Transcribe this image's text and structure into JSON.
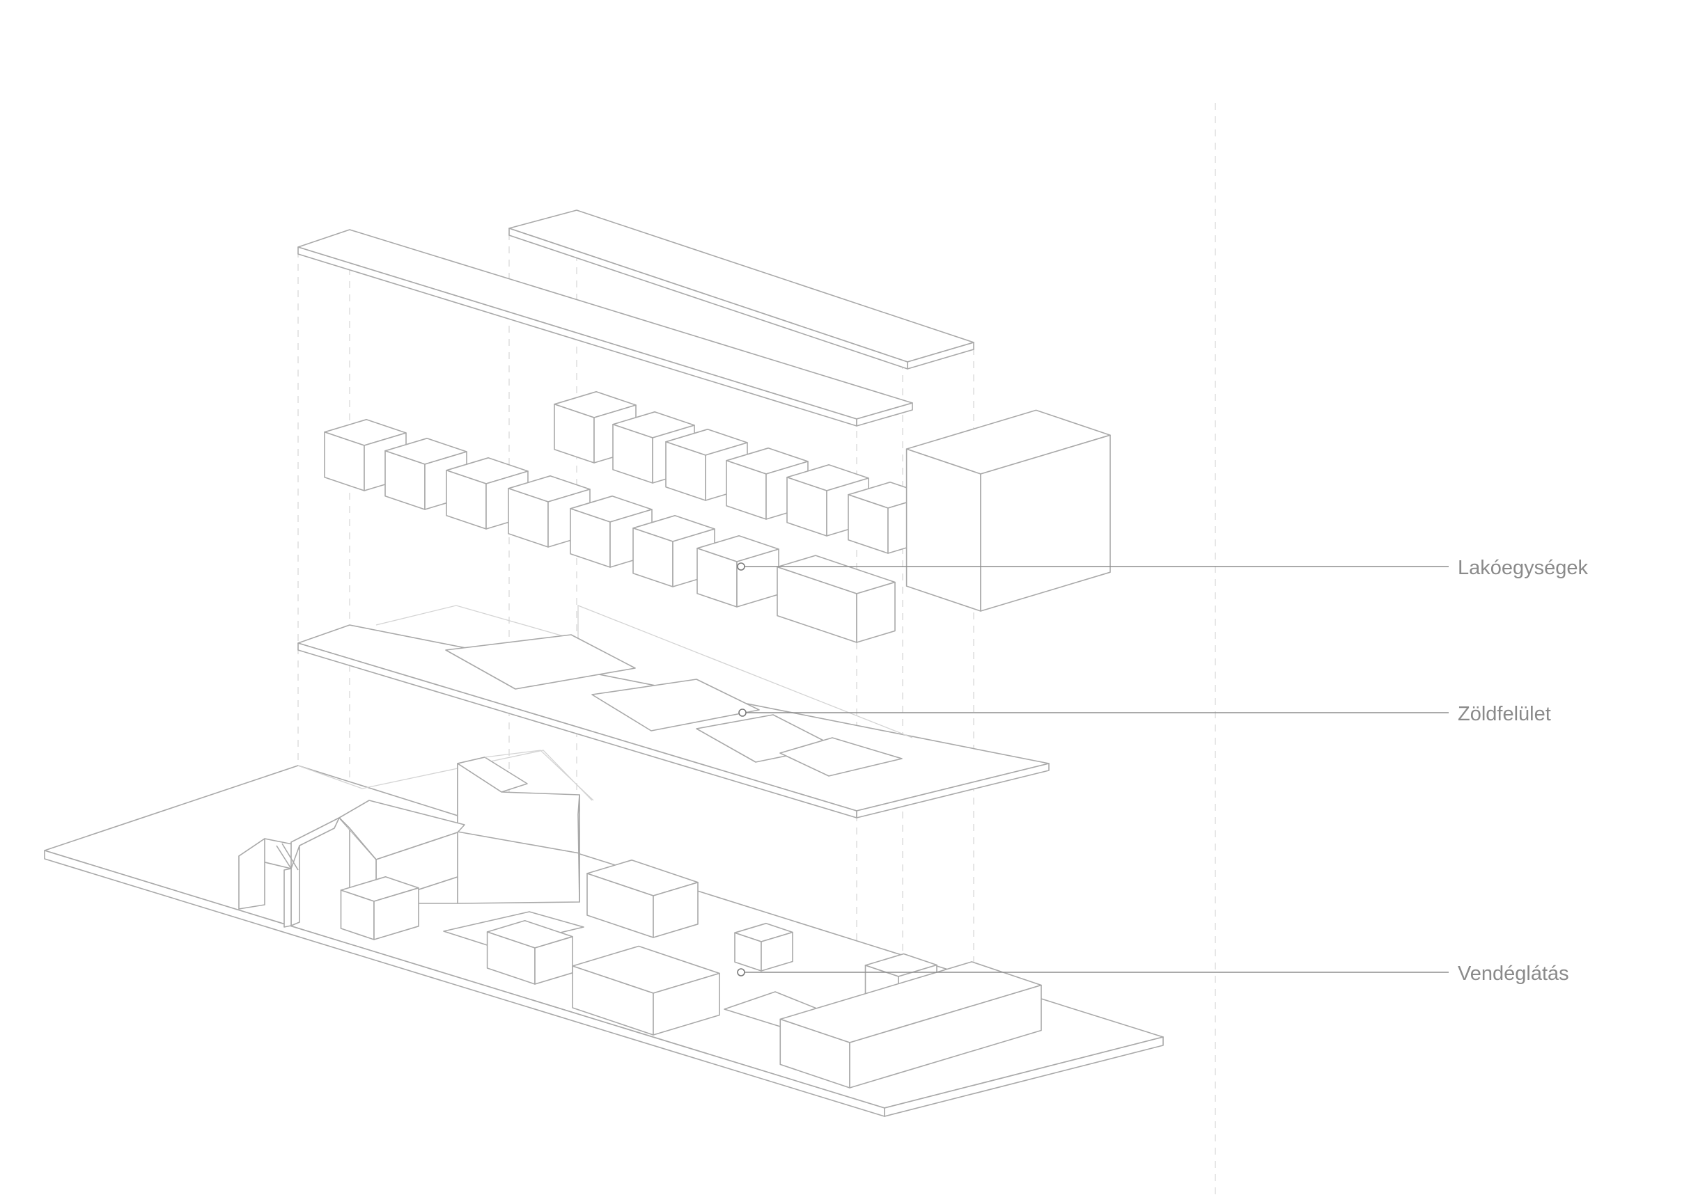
{
  "labels": {
    "housing": "Lakóegységek",
    "green": "Zöldfelület",
    "hospitality": "Vendéglátás"
  },
  "colors": {
    "line": "#a9a9a9",
    "dash": "#dcdcdc",
    "leader": "#8e8e8e",
    "label": "#8a8a8a",
    "background": "#ffffff"
  }
}
